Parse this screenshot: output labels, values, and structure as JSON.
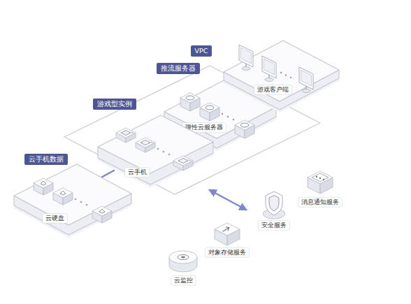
{
  "diagram": {
    "nodes": [
      {
        "text": [
          "VPC"
        ]
      },
      {
        "text": [
          "推流服务器",
          "弹性云服务器"
        ],
        "in": 0
      },
      {
        "text": [
          "游戏型实例",
          "云手机"
        ],
        "in": 0
      },
      {
        "text": [
          "云手机数据",
          "云硬盘"
        ]
      },
      {
        "text": [
          "游戏客户端"
        ]
      },
      {
        "text": [
          "消息通知服务"
        ]
      },
      {
        "text": [
          "安全服务"
        ]
      },
      {
        "text": [
          "对象存储服务"
        ]
      },
      {
        "text": [
          "云监控"
        ]
      }
    ],
    "edges": [
      {
        "from": 4,
        "to": 1,
        "arrow": "none"
      },
      {
        "from": 1,
        "to": 2,
        "arrow": "none"
      },
      {
        "from": 2,
        "to": 3,
        "arrow": "none"
      },
      {
        "from": 0,
        "to": 6,
        "arrow": "both"
      }
    ]
  }
}
